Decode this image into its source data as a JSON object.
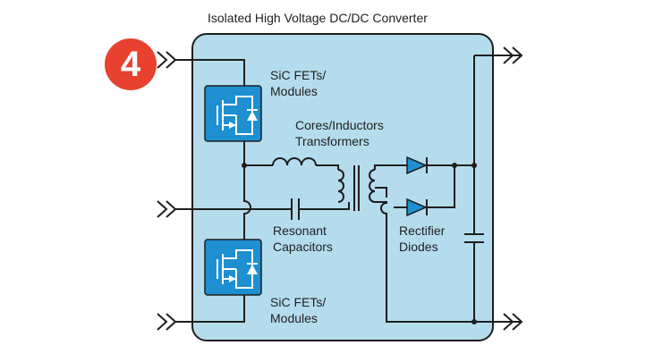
{
  "diagram": {
    "title": "Isolated High Voltage DC/DC Converter",
    "step_number": "4",
    "labels": {
      "sic_top_line1": "SiC FETs/",
      "sic_top_line2": "Modules",
      "cores_line1": "Cores/Inductors",
      "cores_line2": "Transformers",
      "resonant_line1": "Resonant",
      "resonant_line2": "Capacitors",
      "rectifier_line1": "Rectifier",
      "rectifier_line2": "Diodes",
      "sic_bottom_line1": "SiC FETs/",
      "sic_bottom_line2": "Modules"
    },
    "colors": {
      "panel_fill": "#b5dced",
      "panel_stroke": "#1e1e1e",
      "fet_block": "#1e8fd0",
      "diode_fill": "#1e8fd0",
      "badge": "#e8412f",
      "wire": "#1e1e1e"
    }
  }
}
